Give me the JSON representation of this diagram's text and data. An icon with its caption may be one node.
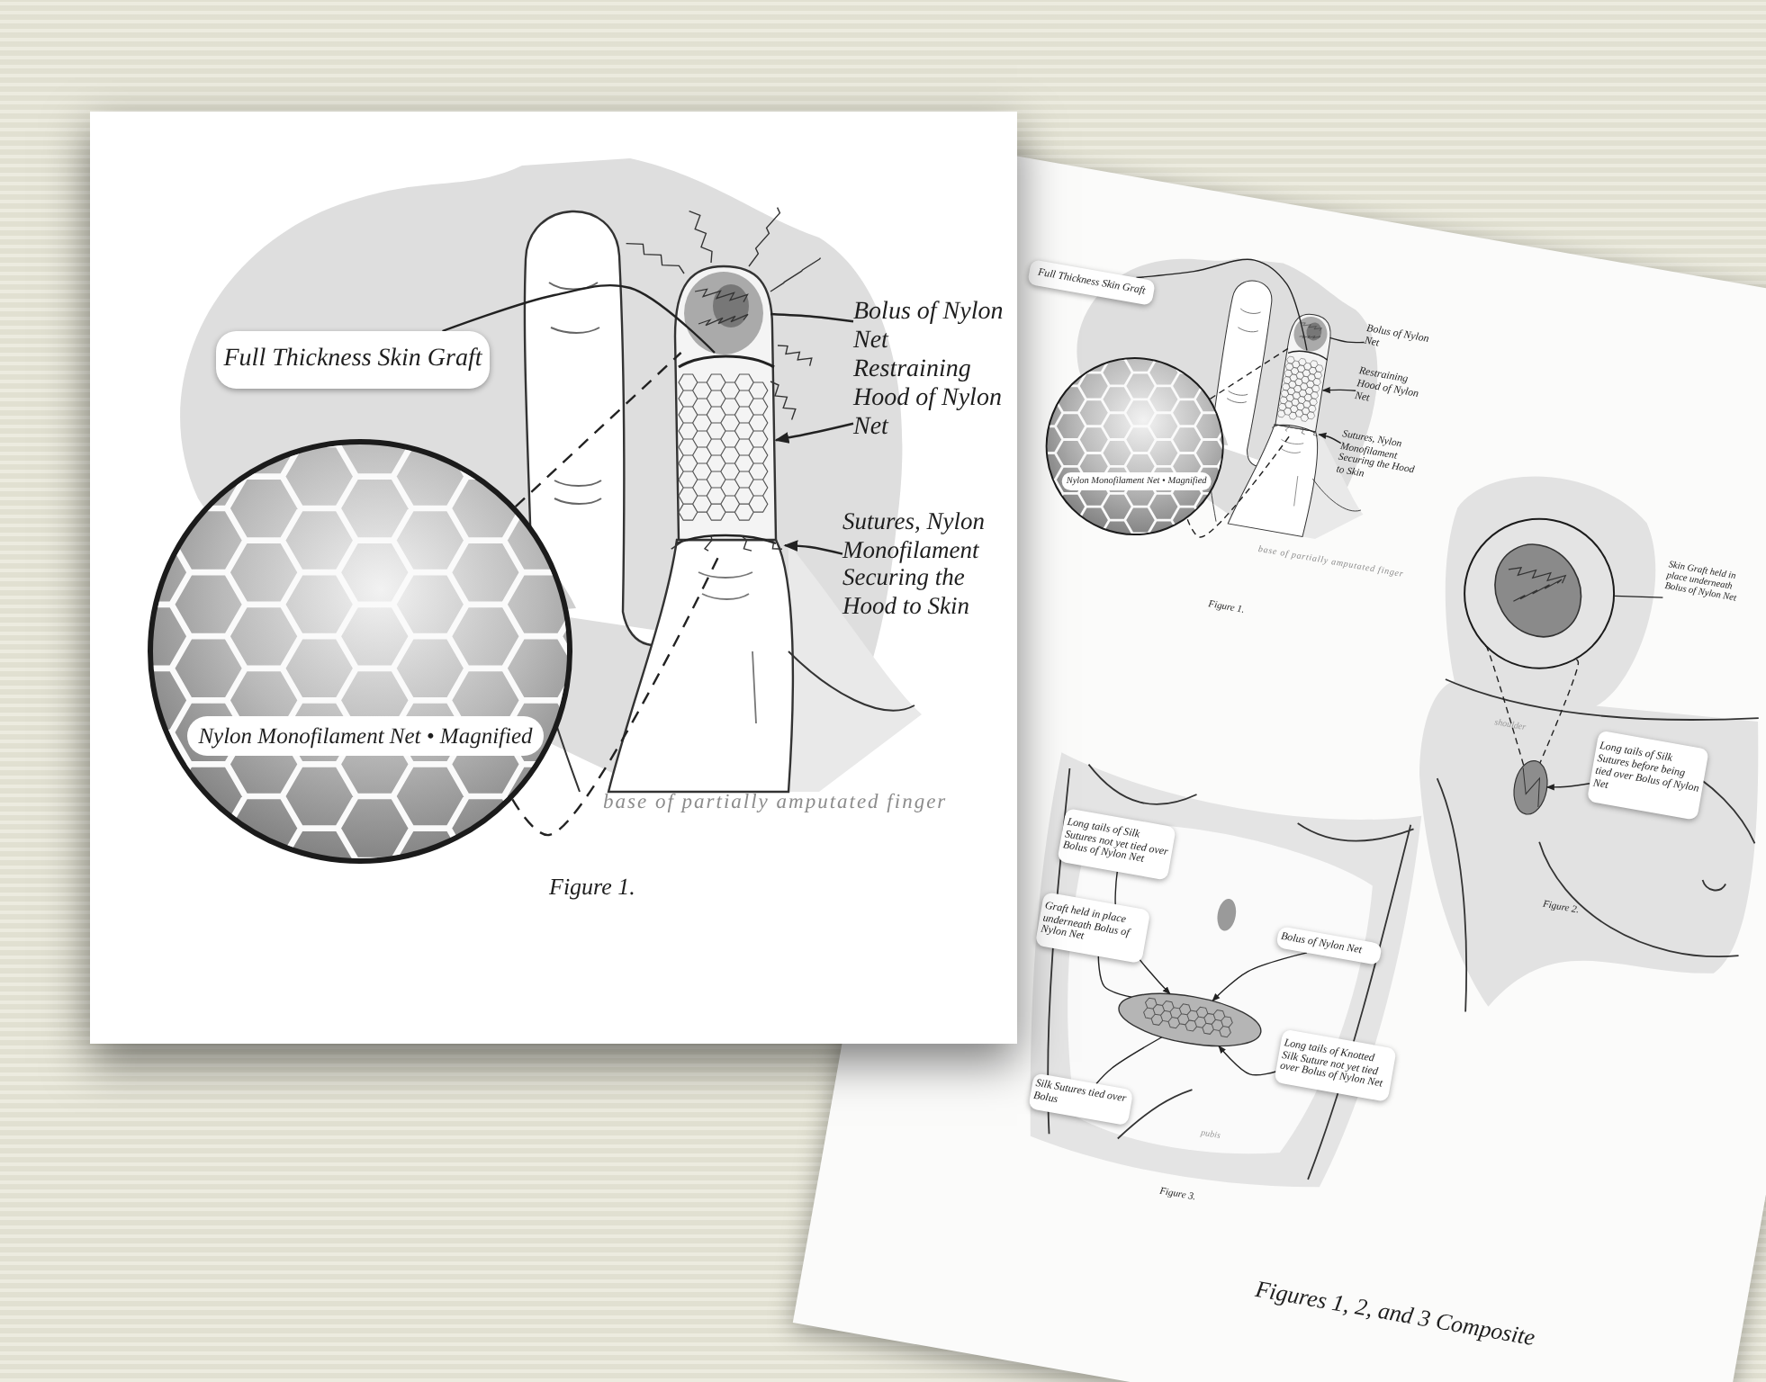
{
  "diagram": {
    "nodes": [
      {
        "text": [
          "Full Thickness Skin Graft"
        ]
      },
      {
        "text": [
          "Bolus of Nylon Net"
        ]
      },
      {
        "text": [
          "Restraining Hood of Nylon Net"
        ]
      },
      {
        "text": [
          "Sutures, Nylon Monofilament Securing the Hood to Skin"
        ]
      },
      {
        "text": [
          "Nylon Monofilament Net • Magnified"
        ]
      },
      {
        "text": [
          "Full Thickness Skin Graft"
        ]
      },
      {
        "text": [
          "Bolus of Nylon Net"
        ]
      },
      {
        "text": [
          "Restraining Hood of Nylon Net"
        ]
      },
      {
        "text": [
          "Sutures, Nylon Monofilament Securing the Hood to Skin"
        ]
      },
      {
        "text": [
          "Nylon Monofilament Net • Magnified"
        ]
      },
      {
        "text": [],
        "shape": "circle"
      },
      {
        "text": [
          "Skin Graft held in place underneath Bolus of Nylon Net"
        ]
      },
      {
        "text": [
          "Long tails of Silk Sutures before being tied over Bolus of Nylon Net"
        ]
      },
      {
        "text": [
          "Long tails of Silk Sutures not yet tied over Bolus of Nylon Net"
        ]
      },
      {
        "text": [
          "Graft held in place underneath Bolus of Nylon Net"
        ]
      },
      {
        "text": [
          "Bolus of Nylon Net"
        ]
      },
      {
        "text": [
          "Silk Sutures tied over Bolus"
        ]
      },
      {
        "text": [
          "Long tails of Knotted Silk Suture not yet tied over Bolus of Nylon Net"
        ]
      },
      {
        "text": [],
        "shape": "picture"
      },
      {
        "text": [],
        "shape": "picture"
      },
      {
        "text": [],
        "shape": "picture"
      },
      {
        "text": [],
        "shape": "picture"
      },
      {
        "text": [],
        "shape": "picture"
      },
      {
        "text": [],
        "shape": "picture"
      },
      {
        "text": [],
        "shape": "picture"
      },
      {
        "text": [],
        "shape": "picture"
      },
      {
        "text": [],
        "shape": "picture"
      },
      {
        "text": [],
        "shape": "picture"
      }
    ],
    "edges": [
      {
        "from": 0,
        "to": 19,
        "arrow": "none"
      },
      {
        "from": 1,
        "to": 18,
        "arrow": "none"
      },
      {
        "from": 2,
        "to": 20,
        "arrow": "to"
      },
      {
        "from": 3,
        "to": 21,
        "arrow": "to"
      },
      {
        "from": 4,
        "to": 18,
        "arrow": "none",
        "style": "dashed"
      },
      {
        "from": 4,
        "to": 21,
        "arrow": "none",
        "style": "dashed"
      },
      {
        "from": 5,
        "to": 23,
        "arrow": "none"
      },
      {
        "from": 6,
        "to": 22,
        "arrow": "none"
      },
      {
        "from": 7,
        "to": 24,
        "arrow": "to"
      },
      {
        "from": 8,
        "to": 25,
        "arrow": "to"
      },
      {
        "from": 9,
        "to": 22,
        "arrow": "none",
        "style": "dashed"
      },
      {
        "from": 9,
        "to": 25,
        "arrow": "none",
        "style": "dashed"
      },
      {
        "from": 11,
        "to": 10,
        "arrow": "none"
      },
      {
        "from": 10,
        "to": 26,
        "arrow": "none",
        "style": "dashed"
      },
      {
        "from": 10,
        "to": 26,
        "arrow": "none",
        "style": "dashed"
      },
      {
        "from": 12,
        "to": 26,
        "arrow": "to"
      },
      {
        "from": 13,
        "to": 27,
        "arrow": "to"
      },
      {
        "from": 14,
        "to": 27,
        "arrow": "none"
      },
      {
        "from": 15,
        "to": 27,
        "arrow": "to"
      },
      {
        "from": 16,
        "to": 27,
        "arrow": "none"
      },
      {
        "from": 17,
        "to": 27,
        "arrow": "to"
      }
    ],
    "labels": [
      "base of partially amputated finger",
      "Figure 1.",
      "base of partially amputated finger",
      "Figure 1.",
      "shoulder",
      "Figure 2.",
      "pubis",
      "Figure 3.",
      "Figures 1, 2, and 3 Composite"
    ]
  }
}
